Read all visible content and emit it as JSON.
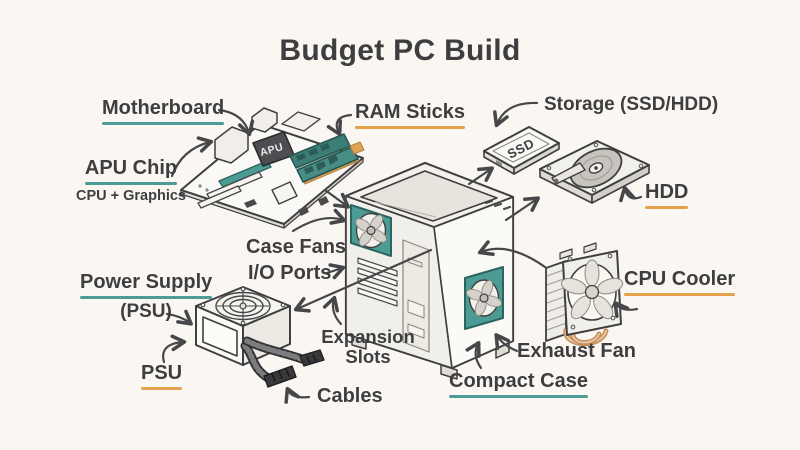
{
  "title": "Budget PC Build",
  "palette": {
    "background": "#faf7f3",
    "ink": "#3e3e40",
    "arrow": "#47474a",
    "teal": "#4d9b95",
    "orange": "#e5a24d",
    "copper": "#c68f5f"
  },
  "labels": {
    "motherboard": {
      "text": "Motherboard"
    },
    "ram_sticks": {
      "text": "RAM Sticks"
    },
    "storage": {
      "text": "Storage (SSD/HDD)"
    },
    "apu_chip": {
      "text": "APU Chip",
      "sub": "CPU + Graphics"
    },
    "hdd": {
      "text": "HDD"
    },
    "case_fans": {
      "text": "Case Fans"
    },
    "io_ports": {
      "text": "I/O Ports"
    },
    "power_supply": {
      "text": "Power Supply",
      "sub": "(PSU)"
    },
    "psu": {
      "text": "PSU"
    },
    "expansion_slots": {
      "line1": "Expansion",
      "line2": "Slots"
    },
    "exhaust_fan": {
      "text": "Exhaust Fan"
    },
    "cpu_cooler": {
      "text": "CPU Cooler"
    },
    "compact_case": {
      "text": "Compact Case"
    },
    "cables": {
      "text": "Cables"
    }
  },
  "illustration_text": {
    "apu_chip": "APU",
    "ssd": "SSD"
  }
}
